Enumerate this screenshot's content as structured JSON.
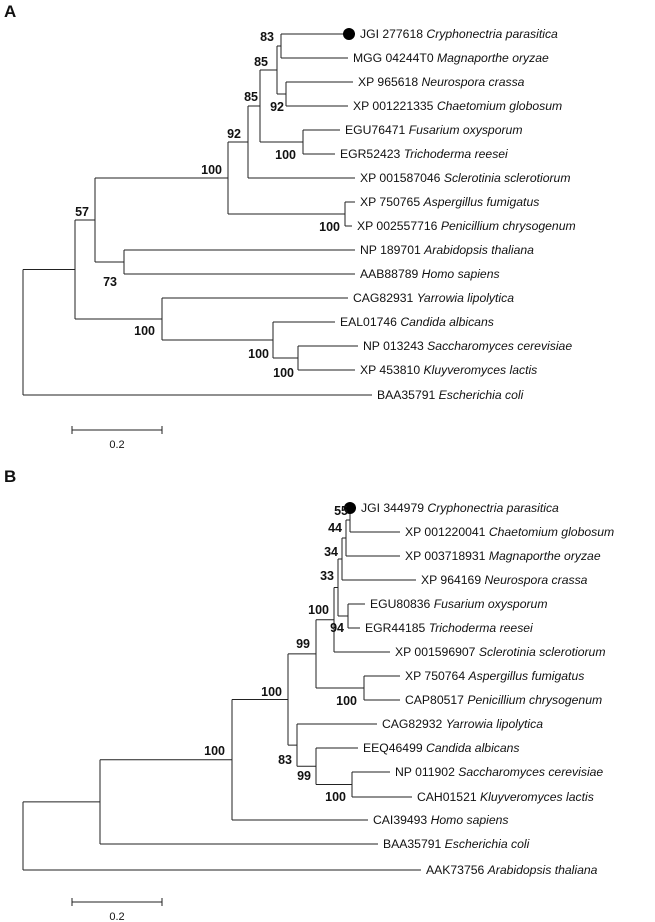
{
  "panel_a": {
    "letter": "A",
    "taxa": [
      {
        "accession": "JGI 277618",
        "species": "Cryphonectria parasitica",
        "marked": true
      },
      {
        "accession": "MGG 04244T0",
        "species": "Magnaporthe oryzae"
      },
      {
        "accession": "XP 965618",
        "species": "Neurospora crassa"
      },
      {
        "accession": "XP 001221335",
        "species": "Chaetomium globosum"
      },
      {
        "accession": "EGU76471",
        "species": "Fusarium oxysporum"
      },
      {
        "accession": "EGR52423",
        "species": "Trichoderma reesei"
      },
      {
        "accession": "XP 001587046",
        "species": "Sclerotinia sclerotiorum"
      },
      {
        "accession": "XP 750765",
        "species": "Aspergillus fumigatus"
      },
      {
        "accession": "XP 002557716",
        "species": "Penicillium chrysogenum"
      },
      {
        "accession": "NP 189701",
        "species": "Arabidopsis thaliana"
      },
      {
        "accession": "AAB88789",
        "species": "Homo sapiens"
      },
      {
        "accession": "CAG82931",
        "species": "Yarrowia lipolytica"
      },
      {
        "accession": "EAL01746",
        "species": "Candida albicans"
      },
      {
        "accession": "NP 013243",
        "species": "Saccharomyces cerevisiae"
      },
      {
        "accession": "XP 453810",
        "species": "Kluyveromyces lactis"
      },
      {
        "accession": "BAA35791",
        "species": "Escherichia coli"
      }
    ],
    "bootstraps": [
      "83",
      "85",
      "85",
      "92",
      "92",
      "100",
      "100",
      "100",
      "57",
      "73",
      "100",
      "100",
      "100"
    ],
    "scale_label": "0.2"
  },
  "panel_b": {
    "letter": "B",
    "taxa": [
      {
        "accession": "JGI 344979",
        "species": "Cryphonectria parasitica",
        "marked": true
      },
      {
        "accession": "XP 001220041",
        "species": "Chaetomium globosum"
      },
      {
        "accession": "XP 003718931",
        "species": "Magnaporthe oryzae"
      },
      {
        "accession": "XP 964169",
        "species": "Neurospora crassa"
      },
      {
        "accession": "EGU80836",
        "species": "Fusarium oxysporum"
      },
      {
        "accession": "EGR44185",
        "species": "Trichoderma reesei"
      },
      {
        "accession": "XP 001596907",
        "species": "Sclerotinia sclerotiorum"
      },
      {
        "accession": "XP 750764",
        "species": "Aspergillus fumigatus"
      },
      {
        "accession": "CAP80517",
        "species": "Penicillium chrysogenum"
      },
      {
        "accession": "CAG82932",
        "species": "Yarrowia lipolytica"
      },
      {
        "accession": "EEQ46499",
        "species": "Candida albicans"
      },
      {
        "accession": "NP 011902",
        "species": "Saccharomyces cerevisiae"
      },
      {
        "accession": "CAH01521",
        "species": "Kluyveromyces lactis"
      },
      {
        "accession": "CAI39493",
        "species": "Homo sapiens"
      },
      {
        "accession": "BAA35791",
        "species": "Escherichia coli"
      },
      {
        "accession": "AAK73756",
        "species": "Arabidopsis thaliana"
      }
    ],
    "bootstraps": [
      "55",
      "44",
      "34",
      "33",
      "100",
      "94",
      "99",
      "100",
      "100",
      "83",
      "99",
      "100",
      "100"
    ],
    "scale_label": "0.2"
  }
}
